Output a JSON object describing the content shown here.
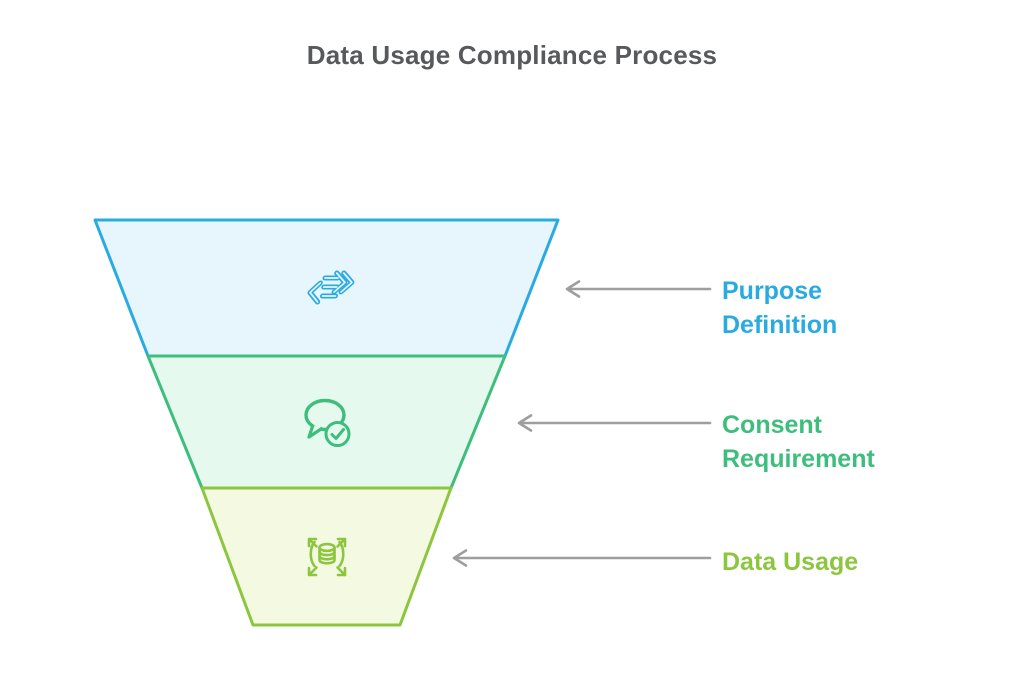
{
  "title": "Data Usage Compliance Process",
  "theme": {
    "background": "#FFFFFF",
    "title_color": "#58595B",
    "arrow_color": "#9E9E9E"
  },
  "funnel": {
    "type": "funnel",
    "direction": "top-wide-to-bottom-narrow",
    "stages": [
      {
        "order": 1,
        "label": "Purpose Definition",
        "accent_color": "#29ABE2",
        "fill_color": "#E7F5FC",
        "icon": "data-transfer-icon"
      },
      {
        "order": 2,
        "label": "Consent Requirement",
        "accent_color": "#3EBE7C",
        "fill_color": "#E6F9EF",
        "icon": "consent-check-icon"
      },
      {
        "order": 3,
        "label": "Data Usage",
        "accent_color": "#8CC63F",
        "fill_color": "#F4F9E1",
        "icon": "data-distribution-icon"
      }
    ]
  }
}
